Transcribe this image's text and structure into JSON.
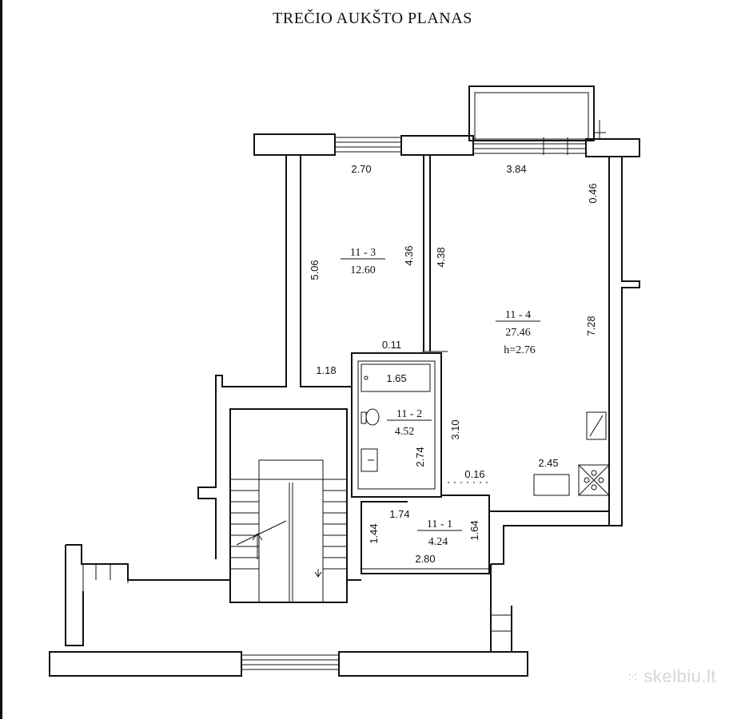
{
  "title": "TREČIO AUKŠTO PLANAS",
  "rooms": [
    {
      "id": "11 - 3",
      "area": "12.60"
    },
    {
      "id": "11 - 4",
      "area": "27.46",
      "height": "h=2.76"
    },
    {
      "id": "11 - 2",
      "area": "4.52"
    },
    {
      "id": "11 - 1",
      "area": "4.24"
    }
  ],
  "dimensions": [
    "2.70",
    "3.84",
    "0.46",
    "5.06",
    "4.36",
    "4.38",
    "7.28",
    "0.11",
    "1.18",
    "1.65",
    "3.10",
    "2.74",
    "0.16",
    "2.45",
    "1.74",
    "1.44",
    "1.64",
    "2.80"
  ],
  "watermark": "skelbiu.lt"
}
